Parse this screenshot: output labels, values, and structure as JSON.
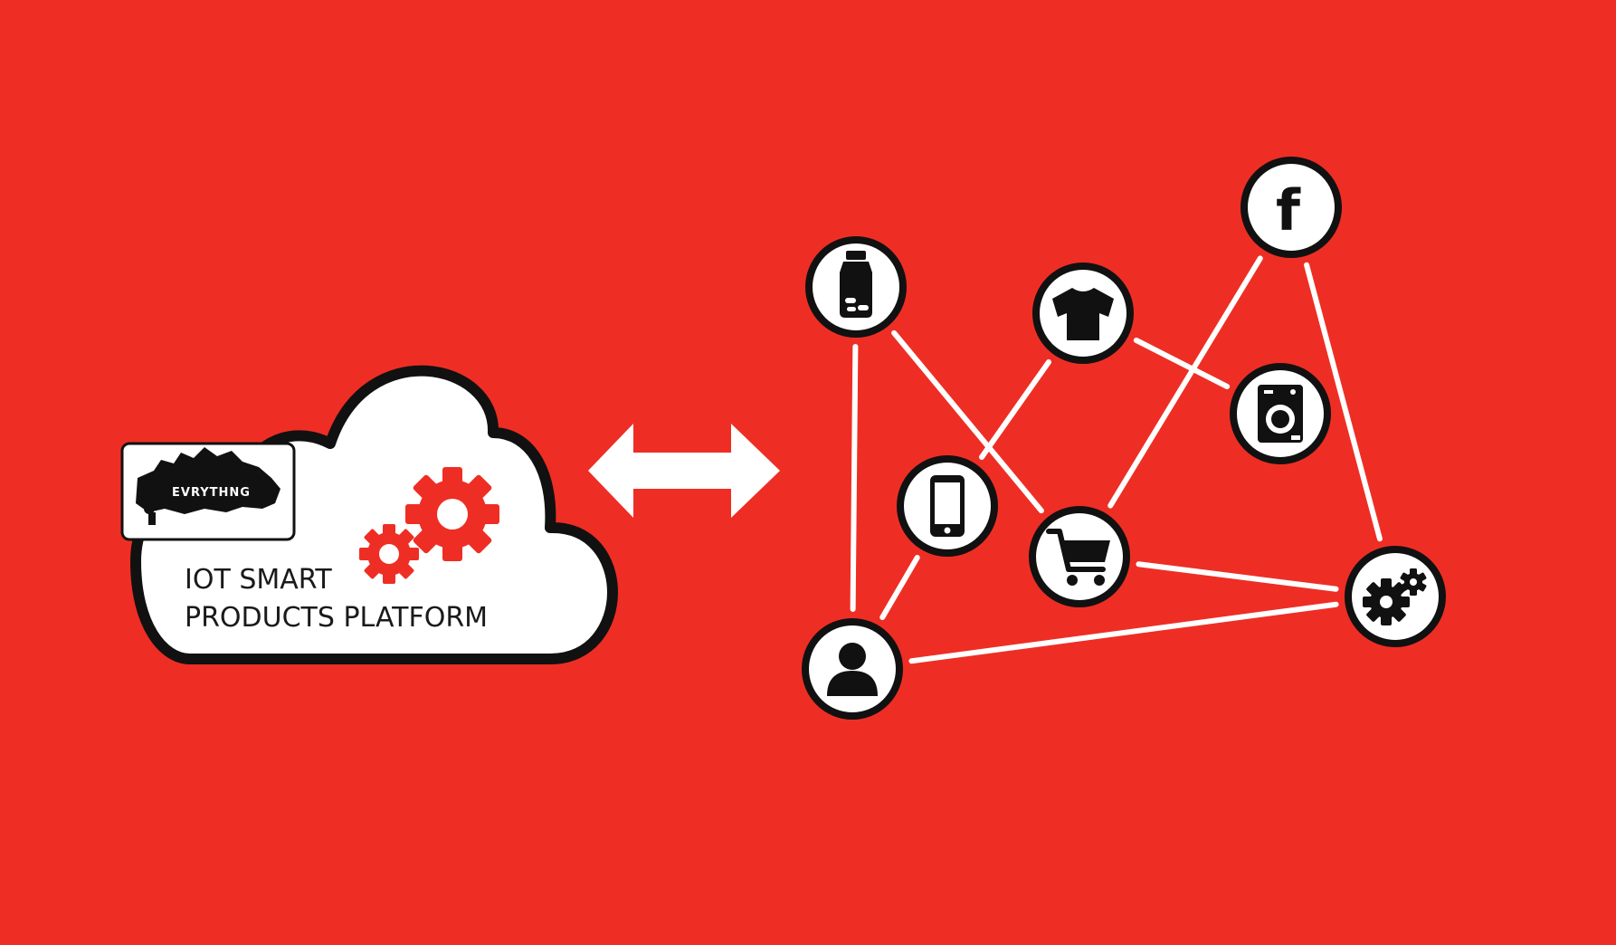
{
  "colors": {
    "background": "#ee2e24",
    "accent": "#ee2e24",
    "outline": "#111111",
    "fill": "#ffffff"
  },
  "platform": {
    "line1": "IOT SMART",
    "line2": "PRODUCTS PLATFORM",
    "brand": "EVRYTHNG"
  },
  "nodes": [
    {
      "id": "bottle",
      "icon": "medicine-bottle-icon"
    },
    {
      "id": "tshirt",
      "icon": "tshirt-icon"
    },
    {
      "id": "facebook",
      "icon": "facebook-icon",
      "label": "f"
    },
    {
      "id": "washer",
      "icon": "washing-machine-icon"
    },
    {
      "id": "phone",
      "icon": "smartphone-icon"
    },
    {
      "id": "cart",
      "icon": "shopping-cart-icon"
    },
    {
      "id": "gears",
      "icon": "gears-icon"
    },
    {
      "id": "user",
      "icon": "user-icon"
    }
  ],
  "edges": [
    [
      "bottle",
      "user"
    ],
    [
      "bottle",
      "cart"
    ],
    [
      "tshirt",
      "phone"
    ],
    [
      "tshirt",
      "washer"
    ],
    [
      "facebook",
      "cart"
    ],
    [
      "facebook",
      "gears"
    ],
    [
      "phone",
      "user"
    ],
    [
      "cart",
      "gears"
    ],
    [
      "user",
      "gears"
    ]
  ]
}
